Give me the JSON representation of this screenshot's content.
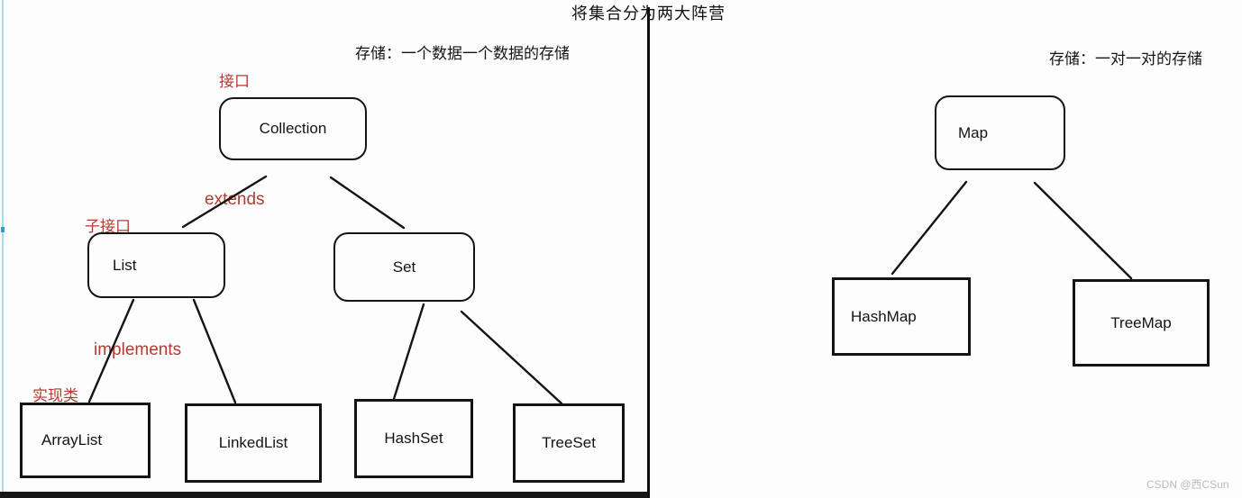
{
  "title": "将集合分为两大阵营",
  "left_panel": {
    "subtitle": "存储：一个数据一个数据的存储",
    "annotations": {
      "interface_label": "接口",
      "extends_label": "extends",
      "sub_interface_label": "子接口",
      "implements_label": "implements",
      "impl_class_label": "实现类"
    },
    "nodes": {
      "collection": "Collection",
      "list": "List",
      "set": "Set",
      "arraylist": "ArrayList",
      "linkedlist": "LinkedList",
      "hashset": "HashSet",
      "treeset": "TreeSet"
    }
  },
  "right_panel": {
    "subtitle": "存储：一对一对的存储",
    "nodes": {
      "map": "Map",
      "hashmap": "HashMap",
      "treemap": "TreeMap"
    }
  },
  "watermark": "CSDN @西CSun",
  "colors": {
    "annotation_red": "#b23b31",
    "stroke_black": "#141414",
    "watermark_gray": "#bcbcbc",
    "left_edge_blue": "#a8dcf0",
    "divider_black": "#0e0e0e"
  }
}
